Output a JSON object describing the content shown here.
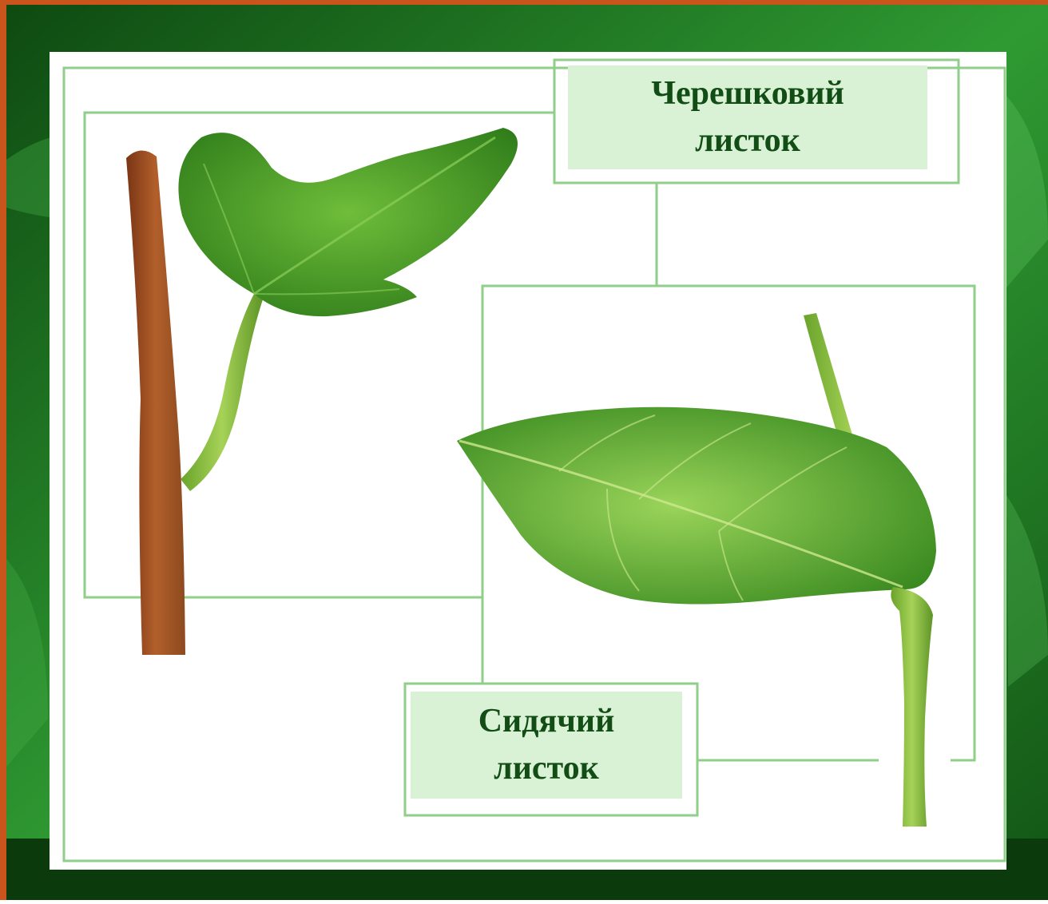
{
  "colors": {
    "frame_border": "#c9541c",
    "background_dark": "#1d6b1e",
    "background_light": "#34a236",
    "panel": "#ffffff",
    "line": "#8fcf8a",
    "label_fill": "#d9f1d4",
    "label_text": "#114d14",
    "leaf_light": "#77c442",
    "leaf_dark": "#3f8d22",
    "stem_brown": "#a4552b",
    "stem_green": "#8fbf3e"
  },
  "labels": {
    "petiole_leaf": [
      "Черешковий",
      "листок"
    ],
    "sessile_leaf": [
      "Сидячий",
      "листок"
    ]
  }
}
